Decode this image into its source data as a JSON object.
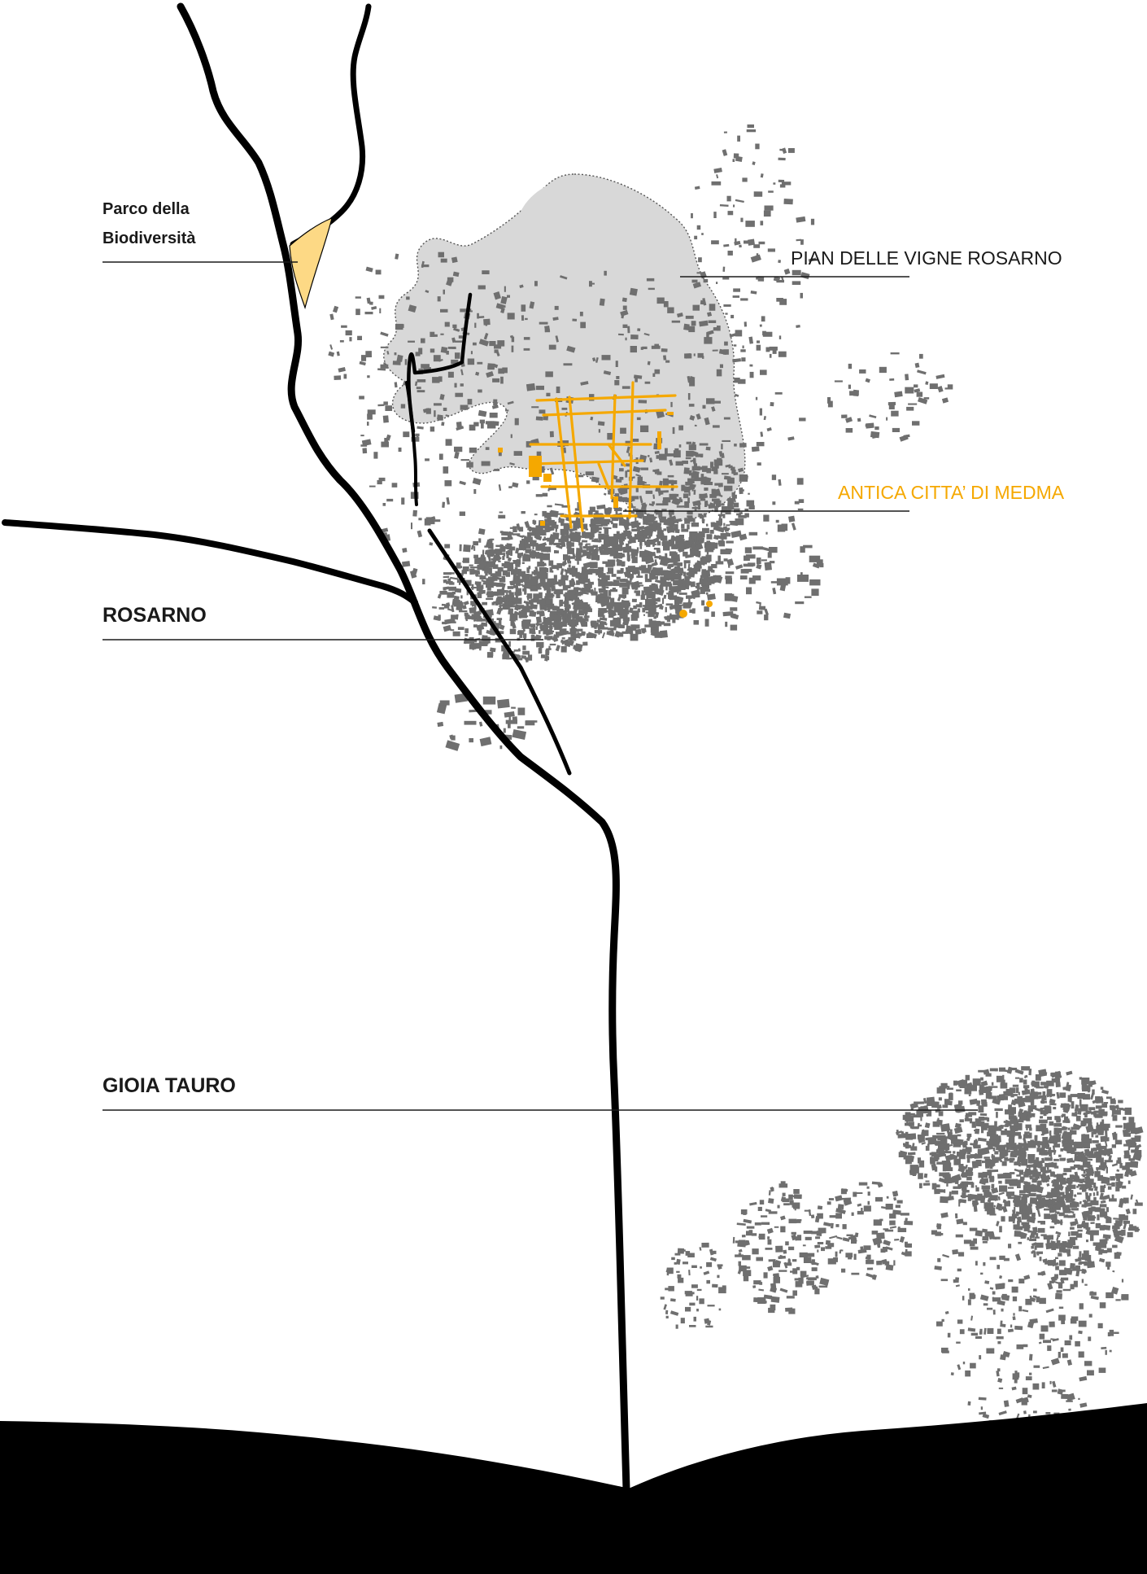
{
  "labels": {
    "parco_line1": "Parco della",
    "parco_line2": "Biodiversità",
    "pian_delle_vigne": "PIAN DELLE VIGNE ROSARNO",
    "antica_citta": "ANTICA CITTA’ DI MEDMA",
    "rosarno": "ROSARNO",
    "gioia_tauro": "GIOIA TAURO"
  },
  "colors": {
    "background": "#ffffff",
    "river": "#000000",
    "sea": "#000000",
    "buildings": "#6f6f6f",
    "plateau_fill": "#d8d8d8",
    "plateau_outline": "#555555",
    "ancient_city": "#f5a800",
    "park_fill": "#fdd985",
    "text": "#1a1a1a"
  }
}
